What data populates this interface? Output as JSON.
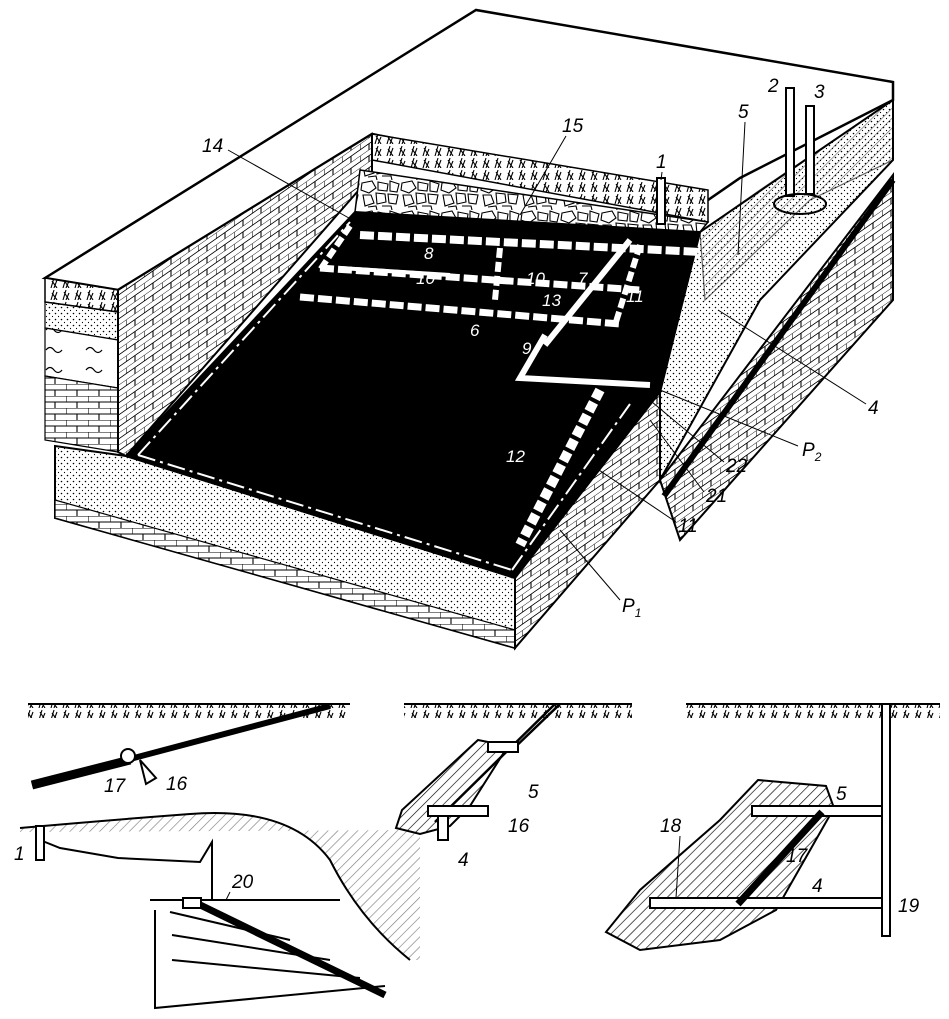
{
  "labels": {
    "l1": "1",
    "l2": "2",
    "l3": "3",
    "l4": "4",
    "l5": "5",
    "l6": "6",
    "l7": "7",
    "l8": "8",
    "l9": "9",
    "l10a": "10",
    "l10b": "10",
    "l11a": "11",
    "l11b": "11",
    "l12": "12",
    "l13": "13",
    "l14": "14",
    "l15": "15",
    "l21": "21",
    "l22": "22",
    "p1": "P",
    "p1_sub": "1",
    "p2": "P",
    "p2_sub": "2"
  },
  "inset_left": {
    "l1": "1",
    "l16": "16",
    "l17": "17",
    "l20": "20"
  },
  "inset_middle": {
    "l4": "4",
    "l5": "5",
    "l16": "16"
  },
  "inset_right": {
    "l4": "4",
    "l5": "5",
    "l17": "17",
    "l18": "18",
    "l19": "19"
  }
}
